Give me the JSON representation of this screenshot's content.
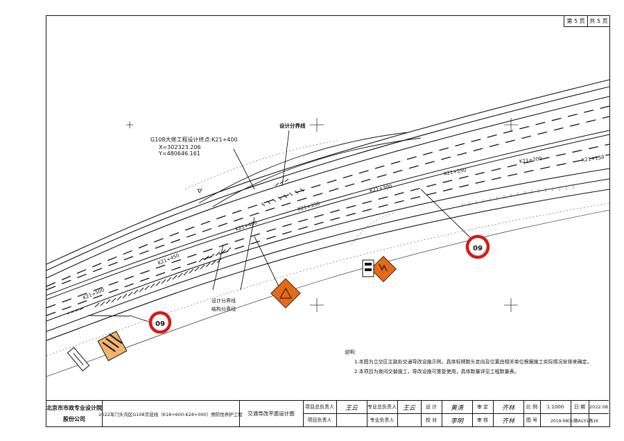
{
  "page": {
    "current": "第 5 页",
    "total": "共 5 页"
  },
  "labels": {
    "design_boundary_top": "设计分界线",
    "g108_endpoint": "G108大修工程设计终点:K21+400",
    "coord_x": "X=302323.206",
    "coord_y": "Y=480646.161",
    "design_boundary": "设计分界线",
    "structure_boundary": "结构分界线",
    "stations": [
      "K21+500",
      "K21+450",
      "K21+400",
      "K21+350",
      "K21+300",
      "K21+250",
      "K21+200",
      "K21+150"
    ]
  },
  "signs": {
    "speed_limit_left": "60",
    "speed_limit_right": "60"
  },
  "notes": {
    "heading": "说明:",
    "items": [
      "1.本图为立交区主路处交通导改设施示例，具体标牌数头走向及位置由相关单位根据施工实际情况安排来确定。",
      "2.本项目为夜间交替施工，导改设施可重复使用，具体数量详见工程数量表。"
    ]
  },
  "title_block": {
    "company_line1": "北京市市政专业设计院",
    "company_line2": "股份公司",
    "project": "2022年门头沟区G108京昆线（K18+600-K28+000）预防性养护工程",
    "drawing_title": "交通导改平面设计图",
    "project_lead_label": "项目总负责人",
    "project_lead_sig": "王云",
    "project_mgr_label": "项目负责人",
    "specialty_lead_label": "专业总负责人",
    "specialty_lead_sig": "王云",
    "specialty_mgr_label": "专业负责人",
    "design_label": "设 计",
    "design_sig": "黄涛",
    "check_label": "校 对",
    "check_sig": "李明",
    "review_label": "审 定",
    "review_sig": "齐林",
    "audit_label": "审 核",
    "audit_sig": "齐林",
    "scale_label": "比 例",
    "scale_value": "1:1000",
    "date_label": "日 期",
    "date_value": "2022.08",
    "drawing_no_label": "图 号",
    "drawing_no_value": "2019-08(S)路A101路16"
  }
}
